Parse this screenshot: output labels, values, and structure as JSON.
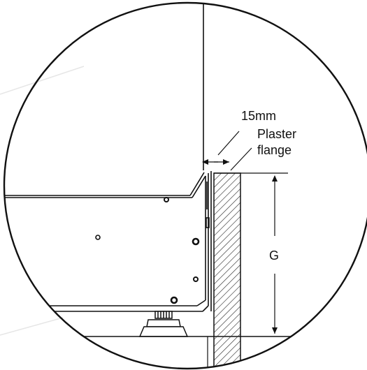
{
  "diagram": {
    "labels": {
      "dimension_15mm": "15mm",
      "plaster_flange_line1": "Plaster",
      "plaster_flange_line2": "flange",
      "gap_g": "G"
    },
    "colors": {
      "line": "#111111",
      "background": "#ffffff",
      "hatch": "#333333",
      "watermark": "#e6e6e6"
    }
  }
}
